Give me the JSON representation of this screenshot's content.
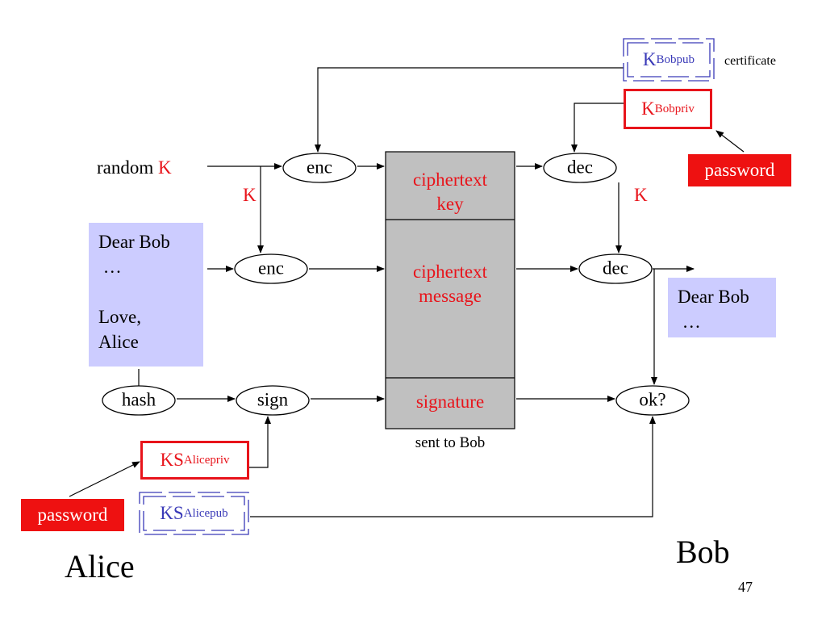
{
  "colors": {
    "accent_red": "#e8141b",
    "key_blue": "#3a3ab8",
    "note_bg": "#ccccff",
    "packet_gray": "#c0c0c0",
    "password_bg": "#ee1111"
  },
  "labels": {
    "random": "random",
    "k": "K",
    "enc": "enc",
    "dec": "dec",
    "hash": "hash",
    "sign": "sign",
    "ok": "ok?",
    "certificate": "certificate",
    "password": "password",
    "sent_to_bob": "sent to Bob",
    "alice": "Alice",
    "bob": "Bob",
    "page_number": "47"
  },
  "packet": {
    "ciphertext_key": [
      "ciphertext",
      "key"
    ],
    "ciphertext_message": [
      "ciphertext",
      "message"
    ],
    "signature": "signature"
  },
  "keys": {
    "bob_pub": {
      "main": "K",
      "sub": "Bobpub"
    },
    "bob_priv": {
      "main": "K",
      "sub": "Bobpriv"
    },
    "alice_priv": {
      "main": "KS",
      "sub": "Alicepriv"
    },
    "alice_pub": {
      "main": "KS",
      "sub": "Alicepub"
    }
  },
  "notes": {
    "alice_letter": [
      "Dear Bob",
      " …",
      "",
      "Love,",
      "Alice"
    ],
    "bob_letter": [
      "Dear Bob",
      " …"
    ]
  }
}
